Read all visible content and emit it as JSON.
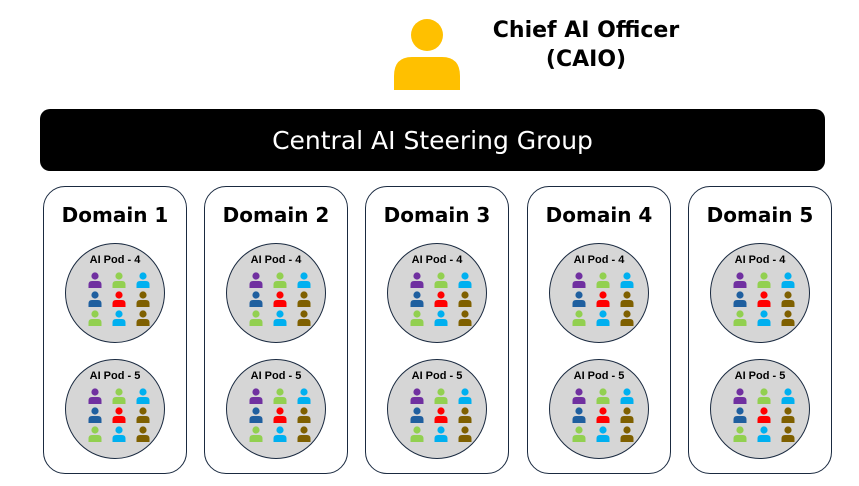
{
  "header": {
    "title_line1": "Chief AI Officer",
    "title_line2": "(CAIO)",
    "icon": "person-icon",
    "icon_color": "#FFC000"
  },
  "steering_group": {
    "label": "Central AI Steering Group"
  },
  "member_colors": [
    "#7030A0",
    "#92D050",
    "#00B0F0",
    "#1F5F9F",
    "#FF0000",
    "#7F6000",
    "#92D050",
    "#00B0F0",
    "#7F6000"
  ],
  "domains": [
    {
      "title": "Domain 1",
      "pods": [
        {
          "label": "AI Pod - 4"
        },
        {
          "label": "AI Pod - 5"
        }
      ]
    },
    {
      "title": "Domain 2",
      "pods": [
        {
          "label": "AI Pod - 4"
        },
        {
          "label": "AI Pod - 5"
        }
      ]
    },
    {
      "title": "Domain 3",
      "pods": [
        {
          "label": "AI Pod - 4"
        },
        {
          "label": "AI Pod - 5"
        }
      ]
    },
    {
      "title": "Domain 4",
      "pods": [
        {
          "label": "AI Pod - 4"
        },
        {
          "label": "AI Pod - 5"
        }
      ]
    },
    {
      "title": "Domain 5",
      "pods": [
        {
          "label": "AI Pod - 4"
        },
        {
          "label": "AI Pod - 5"
        }
      ]
    }
  ]
}
